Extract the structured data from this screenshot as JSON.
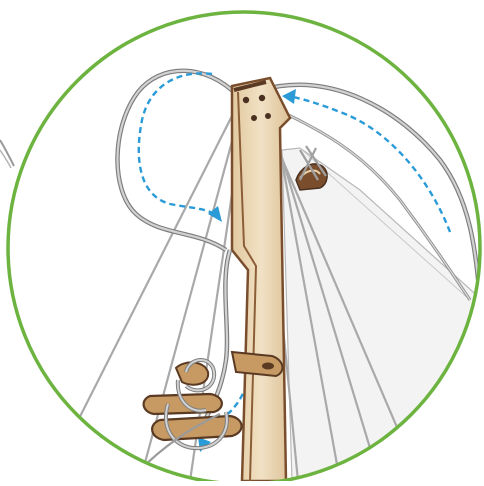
{
  "figure": {
    "type": "rigging-detail-illustration",
    "callout_shape": "circle",
    "colors": {
      "ring": "#6db33f",
      "rope": "#a8a8a8",
      "rope_outline": "#7a7a7a",
      "arrow": "#2b9bd8",
      "wood": "#ead7b5",
      "wood_edge": "#7a4e2d",
      "wood_dark": "#5a3a22",
      "sail": "#f2f2f2",
      "sail_edge": "#b0b0b0"
    },
    "icons": [
      "direction-arrow",
      "mast",
      "sail",
      "rope",
      "pulley"
    ]
  }
}
